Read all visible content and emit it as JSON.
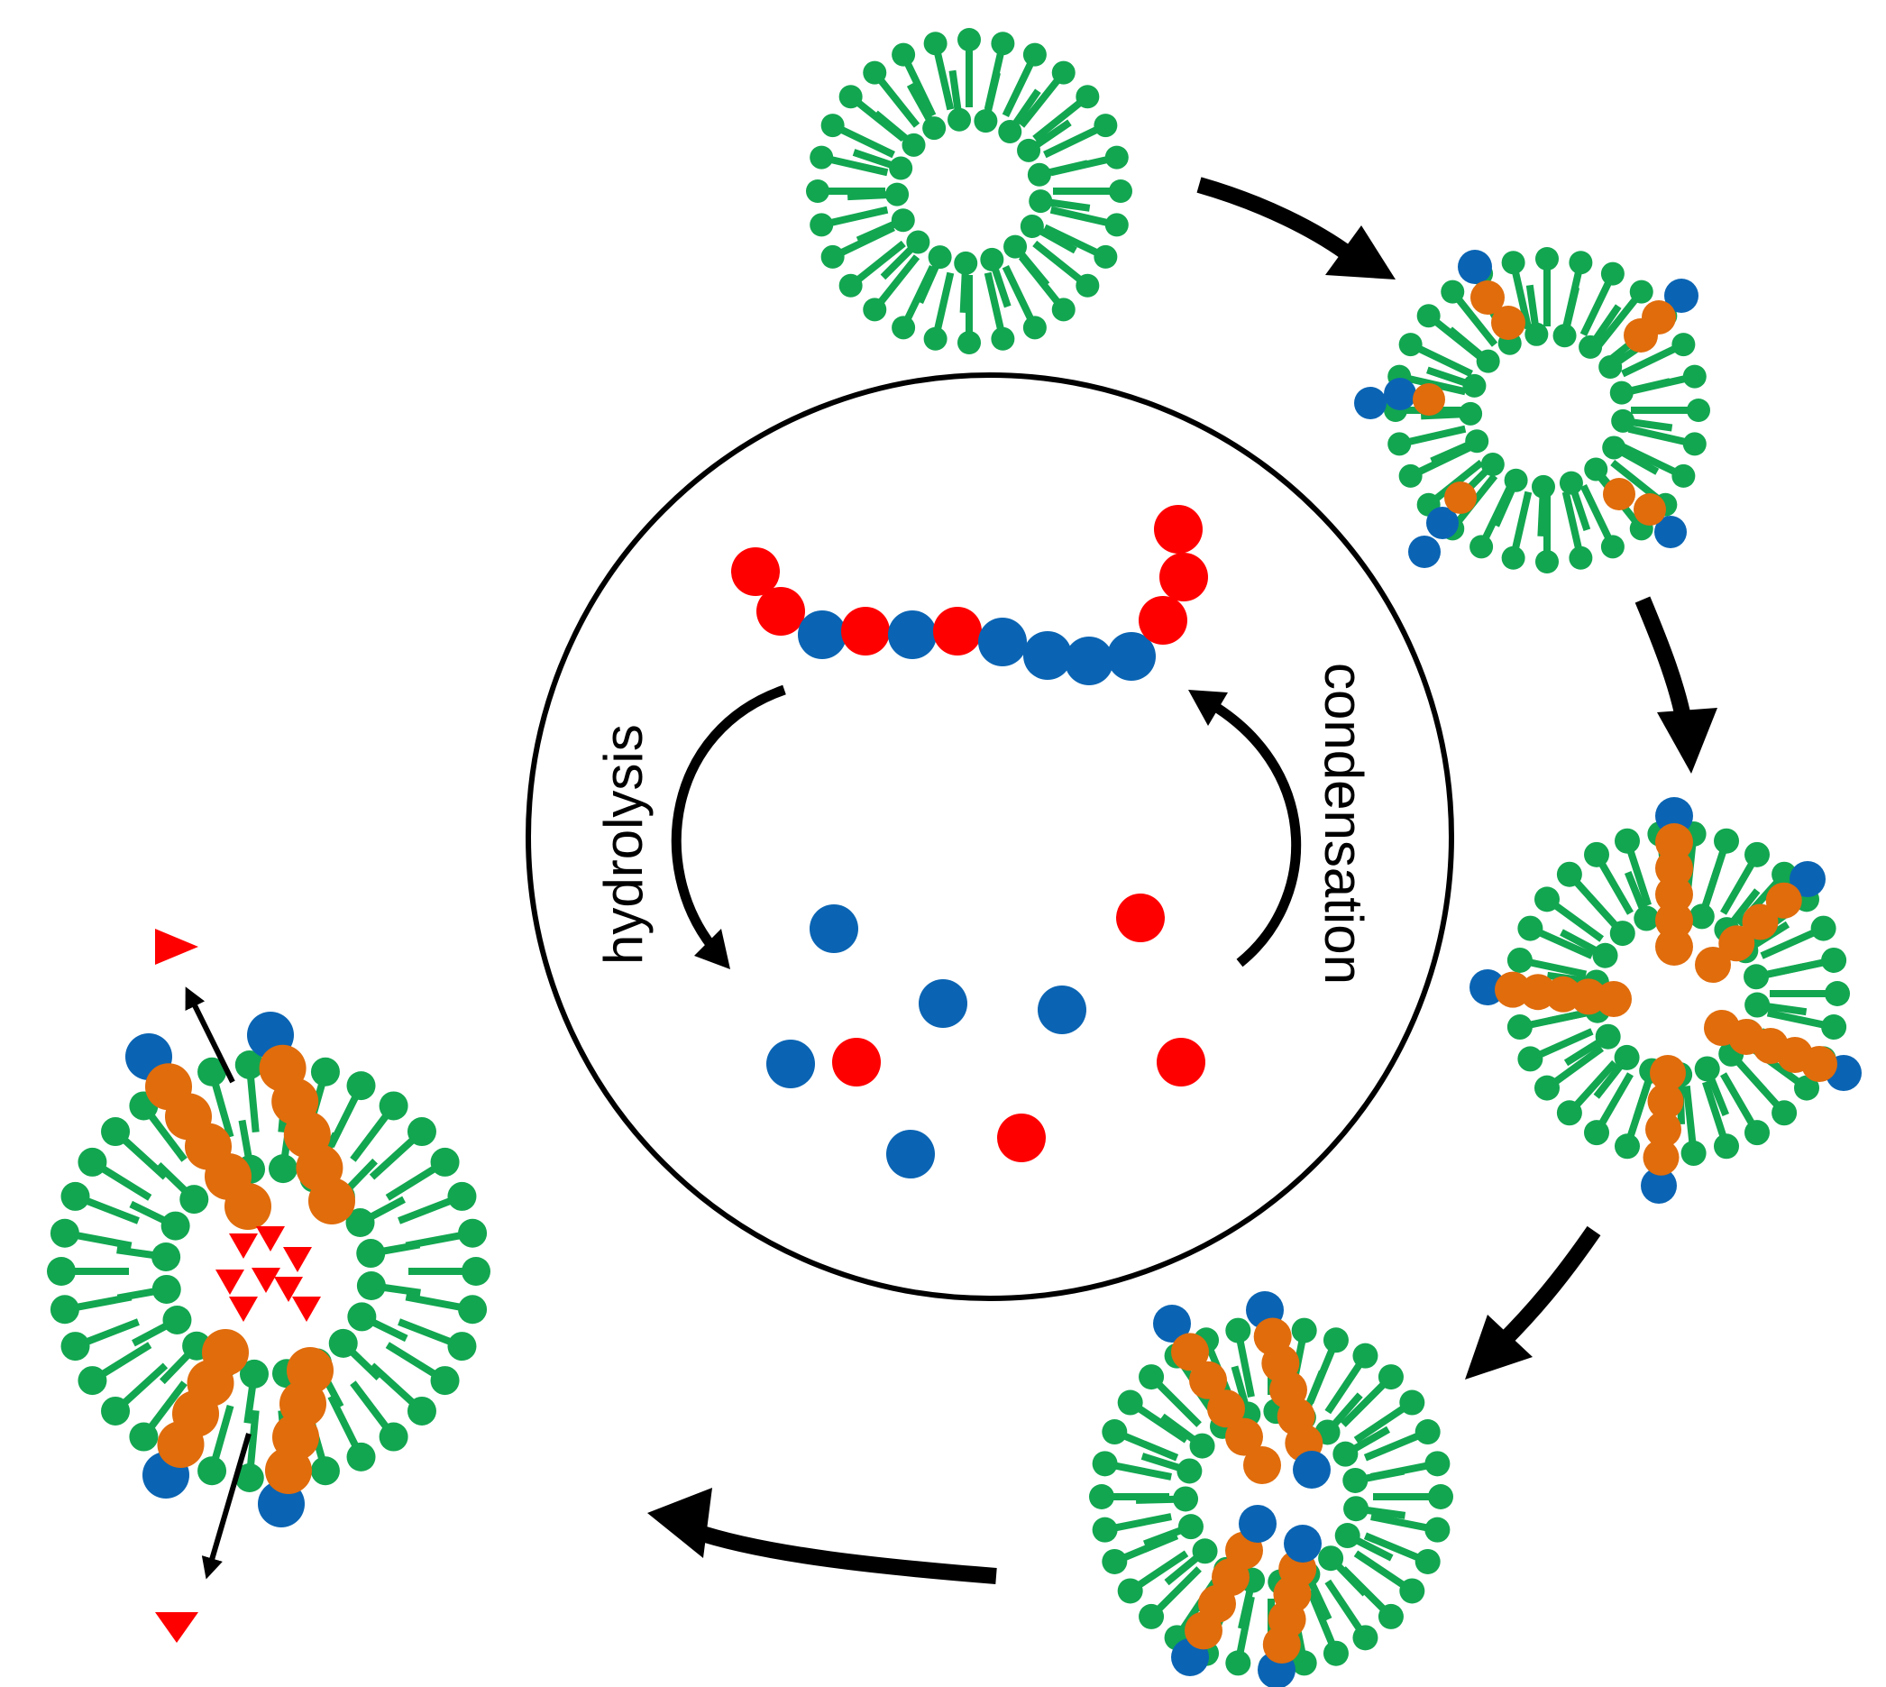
{
  "labels": {
    "hydrolysis": "hydrolysis",
    "condensation": "condensation"
  },
  "colors": {
    "lipid": "#12a650",
    "blue": "#0a64b3",
    "red": "#ff0000",
    "orange": "#e06c0c",
    "outline": "#000000"
  },
  "structures": {
    "cycle": "hydrolysis-condensation-cycle",
    "stages": [
      "empty-micelle",
      "micelle-with-short-chains",
      "micelle-with-long-chains",
      "micelle-with-inward-chains",
      "dividing-micelle"
    ]
  }
}
